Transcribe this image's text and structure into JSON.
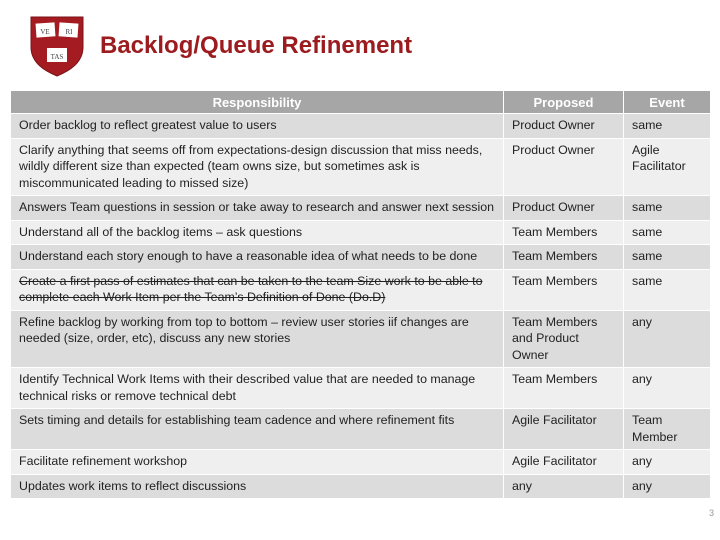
{
  "title": "Backlog/Queue Refinement",
  "logo": {
    "text_top_left": "VE",
    "text_top_right": "RI",
    "text_bottom": "TAS"
  },
  "table": {
    "headers": [
      "Responsibility",
      "Proposed",
      "Event"
    ],
    "rows": [
      {
        "responsibility": "Order backlog to reflect greatest value to users",
        "proposed": "Product Owner",
        "event": "same"
      },
      {
        "responsibility": "Clarify anything that seems off from expectations-design discussion that miss needs, wildly different size than expected (team owns size, but sometimes ask is miscommunicated leading to missed size)",
        "proposed": "Product Owner",
        "event": "Agile Facilitator"
      },
      {
        "responsibility": "Answers Team questions in session or take away to research and answer next session",
        "proposed": "Product Owner",
        "event": "same"
      },
      {
        "responsibility": "Understand all of the backlog items – ask questions",
        "proposed": "Team Members",
        "event": "same"
      },
      {
        "responsibility": "Understand each story enough to have a reasonable idea of what needs to be done",
        "proposed": "Team Members",
        "event": "same"
      },
      {
        "responsibility": "Create a first pass of estimates that can be taken to the team Size work to be able to complete each Work Item per the Team’s Definition of Done (Do.D)",
        "proposed": "Team Members",
        "event": "same"
      },
      {
        "responsibility": "Refine backlog by working from top to bottom – review user stories iif changes are needed (size, order, etc), discuss any new stories",
        "proposed": "Team Members and Product Owner",
        "event": "any"
      },
      {
        "responsibility": "Identify Technical Work Items with their described value that are needed to manage technical risks or remove technical debt",
        "proposed": "Team Members",
        "event": "any"
      },
      {
        "responsibility": "Sets timing and details for establishing team cadence and where refinement fits",
        "proposed": "Agile Facilitator",
        "event": "Team Member"
      },
      {
        "responsibility": "Facilitate refinement workshop",
        "proposed": "Agile Facilitator",
        "event": "any"
      },
      {
        "responsibility": "Updates work items to reflect discussions",
        "proposed": "any",
        "event": "any"
      }
    ]
  },
  "page_number": "3",
  "colors": {
    "title": "#9b1b1f",
    "header_bg": "#a6a6a6",
    "row_odd": "#dcdcdc",
    "row_even": "#efefef",
    "shield": "#a41c22"
  }
}
